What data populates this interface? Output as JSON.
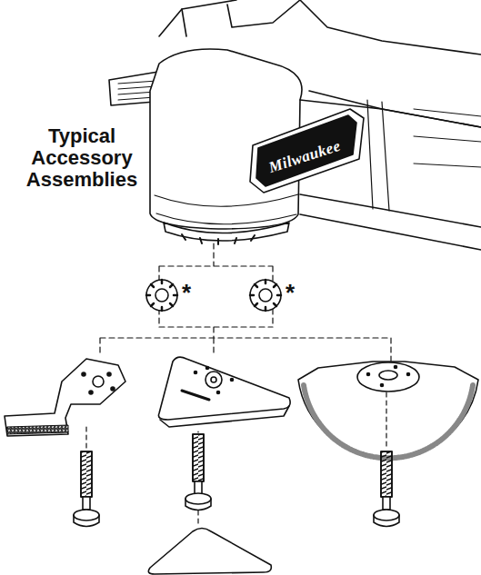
{
  "diagram": {
    "title": "Typical Accessory Assemblies",
    "labels": [
      "Milwaukee",
      "*",
      "*"
    ]
  }
}
